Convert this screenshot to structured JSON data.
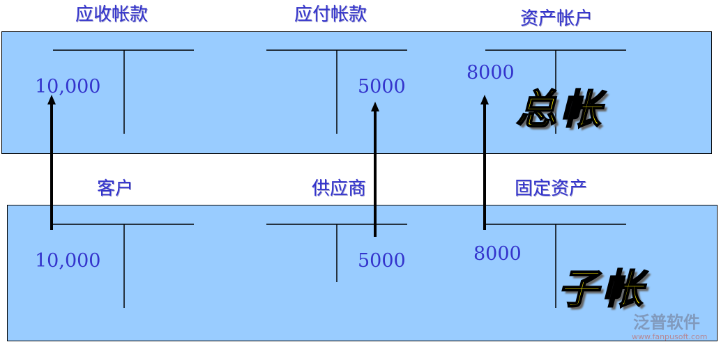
{
  "general_ledger": {
    "label": "总帐",
    "accounts": [
      {
        "name": "应收帐款",
        "value": "10,000"
      },
      {
        "name": "应付帐款",
        "value": "5000"
      },
      {
        "name": "资产帐户",
        "value": "8000"
      }
    ]
  },
  "sub_ledger": {
    "label": "子帐",
    "accounts": [
      {
        "name": "客户",
        "value": "10,000"
      },
      {
        "name": "供应商",
        "value": "5000"
      },
      {
        "name": "固定资产",
        "value": "8000"
      }
    ]
  },
  "watermark": {
    "brand": "泛普软件",
    "url": "www.fanpusoft.com"
  }
}
